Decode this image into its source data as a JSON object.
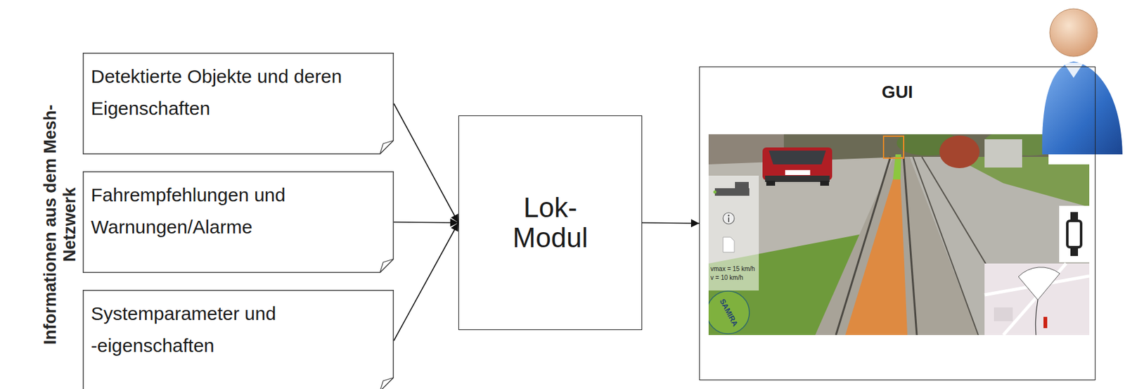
{
  "diagram": {
    "nodes": [
      {
        "text": [
          "Detektierte Objekte und deren Eigenschaften"
        ]
      },
      {
        "text": [
          "Fahrempfehlungen und Warnungen/Alarme"
        ]
      },
      {
        "text": [
          "Systemparameter und -eigenschaften"
        ]
      },
      {
        "text": [
          "Lok- Modul"
        ]
      },
      {
        "text": [
          "GUI"
        ]
      }
    ],
    "edges": [
      {
        "from": 0,
        "to": 3,
        "arrow": "to"
      },
      {
        "from": 1,
        "to": 3,
        "arrow": "to"
      },
      {
        "from": 2,
        "to": 3,
        "arrow": "to"
      },
      {
        "from": 3,
        "to": 4,
        "arrow": "to"
      }
    ],
    "labels": [
      "Informationen aus dem Mesh-Netzwerk",
      "vmax = 15 km/h",
      "v = 10 km/h",
      "SAMIRA"
    ]
  }
}
